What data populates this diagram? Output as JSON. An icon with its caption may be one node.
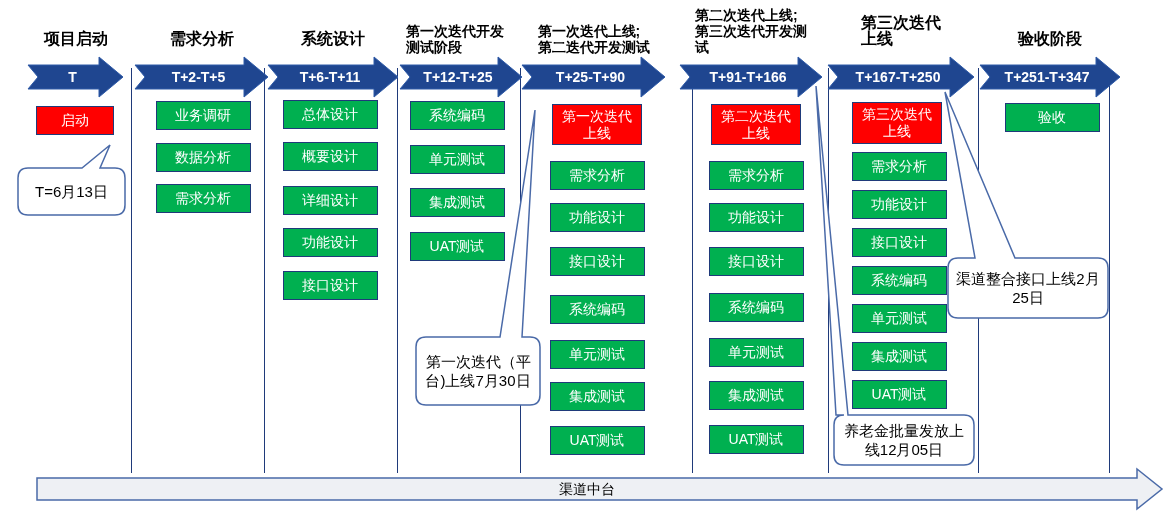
{
  "diagram": {
    "nodes": [
      {
        "text": [
          "项目启动",
          "T"
        ]
      },
      {
        "text": [
          "启动"
        ]
      },
      {
        "text": [
          "需求分析",
          "T+2-T+5"
        ]
      },
      {
        "text": [
          "业务调研"
        ]
      },
      {
        "text": [
          "数据分析"
        ]
      },
      {
        "text": [
          "需求分析"
        ]
      },
      {
        "text": [
          "系统设计",
          "T+6-T+11"
        ]
      },
      {
        "text": [
          "总体设计"
        ]
      },
      {
        "text": [
          "概要设计"
        ]
      },
      {
        "text": [
          "详细设计"
        ]
      },
      {
        "text": [
          "功能设计"
        ]
      },
      {
        "text": [
          "接口设计"
        ]
      },
      {
        "text": [
          "第一次迭代开发测试阶段",
          "T+12-T+25"
        ]
      },
      {
        "text": [
          "系统编码"
        ]
      },
      {
        "text": [
          "单元测试"
        ]
      },
      {
        "text": [
          "集成测试"
        ]
      },
      {
        "text": [
          "UAT测试"
        ]
      },
      {
        "text": [
          "第一次迭代上线;第二迭代开发测试",
          "T+25-T+90"
        ]
      },
      {
        "text": [
          "第一次迭代上线"
        ]
      },
      {
        "text": [
          "需求分析"
        ]
      },
      {
        "text": [
          "功能设计"
        ]
      },
      {
        "text": [
          "接口设计"
        ]
      },
      {
        "text": [
          "系统编码"
        ]
      },
      {
        "text": [
          "单元测试"
        ]
      },
      {
        "text": [
          "集成测试"
        ]
      },
      {
        "text": [
          "UAT测试"
        ]
      },
      {
        "text": [
          "第二次迭代上线;第三次迭代开发测试",
          "T+91-T+166"
        ]
      },
      {
        "text": [
          "第二次迭代上线"
        ]
      },
      {
        "text": [
          "需求分析"
        ]
      },
      {
        "text": [
          "功能设计"
        ]
      },
      {
        "text": [
          "接口设计"
        ]
      },
      {
        "text": [
          "系统编码"
        ]
      },
      {
        "text": [
          "单元测试"
        ]
      },
      {
        "text": [
          "集成测试"
        ]
      },
      {
        "text": [
          "UAT测试"
        ]
      },
      {
        "text": [
          "第三次迭代上线",
          "T+167-T+250"
        ]
      },
      {
        "text": [
          "第三次迭代上线"
        ]
      },
      {
        "text": [
          "需求分析"
        ]
      },
      {
        "text": [
          "功能设计"
        ]
      },
      {
        "text": [
          "接口设计"
        ]
      },
      {
        "text": [
          "系统编码"
        ]
      },
      {
        "text": [
          "单元测试"
        ]
      },
      {
        "text": [
          "集成测试"
        ]
      },
      {
        "text": [
          "UAT测试"
        ]
      },
      {
        "text": [
          "验收阶段",
          "T+251-T+347"
        ]
      },
      {
        "text": [
          "验收"
        ]
      },
      {
        "text": [
          "T=6月13日"
        ]
      },
      {
        "text": [
          "第一次迭代（平台)上线7月30日"
        ]
      },
      {
        "text": [
          "养老金批量发放上线12月05日"
        ]
      },
      {
        "text": [
          "渠道整合接口上线2月25日"
        ]
      },
      {
        "text": [
          "渠道中台"
        ]
      }
    ]
  }
}
